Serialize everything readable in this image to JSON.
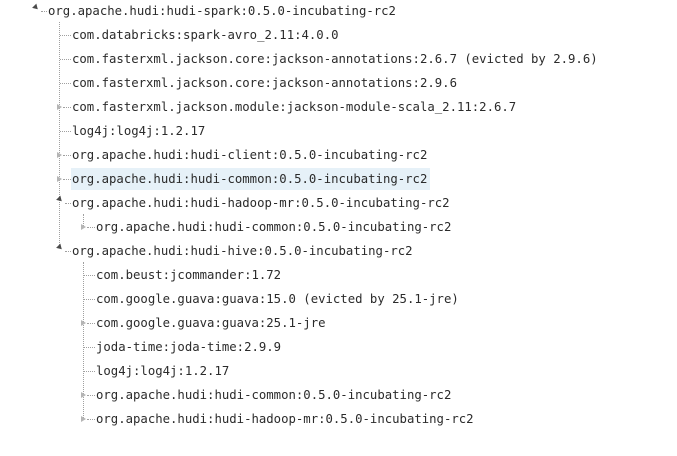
{
  "tree": {
    "root": "org.apache.hudi:hudi-spark:0.5.0-incubating-rc2",
    "children": [
      "com.databricks:spark-avro_2.11:4.0.0",
      "com.fasterxml.jackson.core:jackson-annotations:2.6.7 (evicted by 2.9.6)",
      "com.fasterxml.jackson.core:jackson-annotations:2.9.6",
      "com.fasterxml.jackson.module:jackson-module-scala_2.11:2.6.7",
      "log4j:log4j:1.2.17",
      "org.apache.hudi:hudi-client:0.5.0-incubating-rc2",
      "org.apache.hudi:hudi-common:0.5.0-incubating-rc2",
      "org.apache.hudi:hudi-hadoop-mr:0.5.0-incubating-rc2",
      "org.apache.hudi:hudi-hive:0.5.0-incubating-rc2"
    ],
    "hadoop_mr_children": [
      "org.apache.hudi:hudi-common:0.5.0-incubating-rc2"
    ],
    "hive_children": [
      "com.beust:jcommander:1.72",
      "com.google.guava:guava:15.0 (evicted by 25.1-jre)",
      "com.google.guava:guava:25.1-jre",
      "joda-time:joda-time:2.9.9",
      "log4j:log4j:1.2.17",
      "org.apache.hudi:hudi-common:0.5.0-incubating-rc2",
      "org.apache.hudi:hudi-hadoop-mr:0.5.0-incubating-rc2"
    ]
  }
}
